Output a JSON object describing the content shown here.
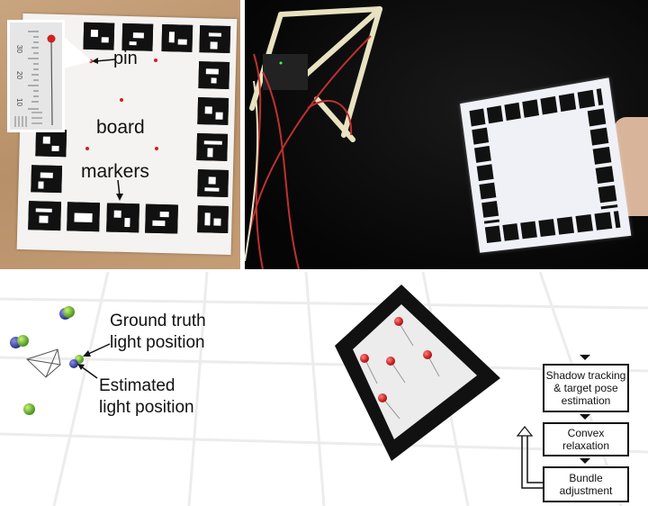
{
  "panels": {
    "photo_board": {
      "labels": {
        "pin": "pin",
        "board": "board",
        "markers": "markers"
      },
      "inset_ruler_ticks": [
        "30",
        "20",
        "10"
      ]
    },
    "photo_capture_setup": {
      "description": "robot arm light rig and hand-held marker board"
    },
    "reconstruction_3d": {
      "labels": {
        "ground_truth_line1": "Ground truth",
        "ground_truth_line2": "light position",
        "estimated_line1": "Estimated",
        "estimated_line2": "light position"
      }
    },
    "pipeline": {
      "steps": [
        {
          "line1": "Shadow tracking",
          "line2": "& target pose",
          "line3": "estimation"
        },
        {
          "line1": "Convex",
          "line2": "relaxation"
        },
        {
          "line1": "Bundle",
          "line2": "adjustment"
        }
      ]
    }
  },
  "colors": {
    "pin_red": "#d02020",
    "ground_truth_green": "#5aa02a",
    "estimate_blue": "#343c9a"
  }
}
